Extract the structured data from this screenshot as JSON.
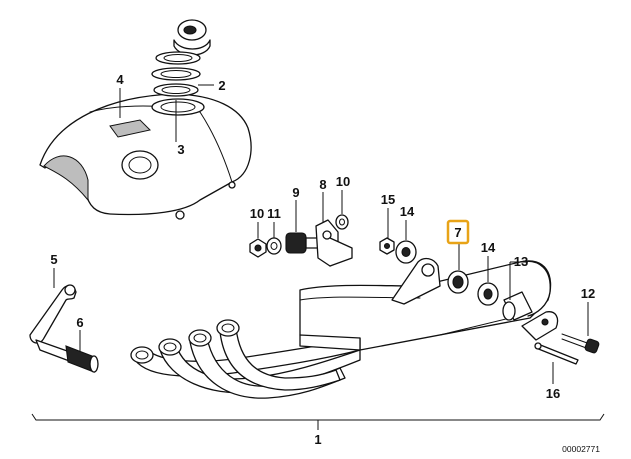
{
  "colors": {
    "highlight": "#e8a317",
    "line": "#111111",
    "background": "#ffffff"
  },
  "labels": {
    "l1": "1",
    "l2": "2",
    "l3": "3",
    "l4": "4",
    "l5": "5",
    "l6": "6",
    "l7": "7",
    "l8": "8",
    "l9": "9",
    "l10a": "10",
    "l10b": "10",
    "l11": "11",
    "l12": "12",
    "l13": "13",
    "l14a": "14",
    "l14b": "14",
    "l15": "15",
    "l16": "16"
  },
  "highlighted_label": "7",
  "reference_number": "00002771"
}
